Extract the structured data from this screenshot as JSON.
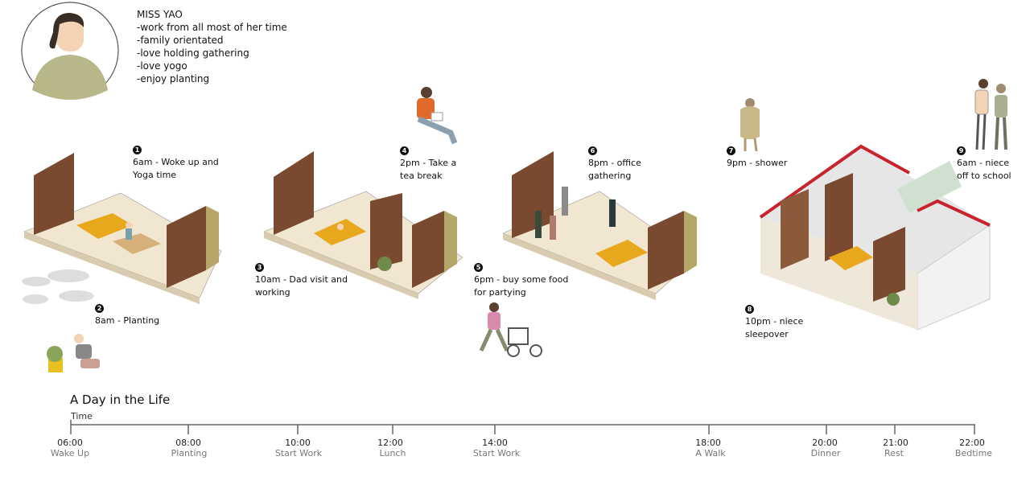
{
  "persona": {
    "name": "MISS YAO",
    "traits": [
      "-work from all most of her time",
      "-family orientated",
      "-love holding gathering",
      "-love yogo",
      "-enjoy planting"
    ]
  },
  "events": [
    {
      "num": "1",
      "text": "6am - Woke up and\nYoga time"
    },
    {
      "num": "2",
      "text": "8am - Planting"
    },
    {
      "num": "3",
      "text": "10am - Dad visit and\nworking"
    },
    {
      "num": "4",
      "text": "2pm - Take a\ntea break"
    },
    {
      "num": "5",
      "text": "6pm - buy some food\nfor partying"
    },
    {
      "num": "6",
      "text": "8pm - office\ngathering"
    },
    {
      "num": "7",
      "text": "9pm - shower"
    },
    {
      "num": "8",
      "text": "10pm - niece\nsleepover"
    },
    {
      "num": "9",
      "text": "6am - niece\noff to school"
    }
  ],
  "timeline": {
    "title": "A Day in the Life",
    "axis_label": "Time",
    "ticks": [
      {
        "time": "06:00",
        "label": "Wake Up"
      },
      {
        "time": "08:00",
        "label": "Planting"
      },
      {
        "time": "10:00",
        "label": "Start Work"
      },
      {
        "time": "12:00",
        "label": "Lunch"
      },
      {
        "time": "14:00",
        "label": "Start Work"
      },
      {
        "time": "18:00",
        "label": "A Walk"
      },
      {
        "time": "20:00",
        "label": "Dinner"
      },
      {
        "time": "21:00",
        "label": "Rest"
      },
      {
        "time": "22:00",
        "label": "Bedtime"
      }
    ]
  },
  "colors": {
    "wood": "#7a4a30",
    "sofa": "#e8a81e",
    "floor": "#f1e6cf",
    "accent_red": "#c8232c",
    "olive": "#b5a66a",
    "line": "#666666"
  }
}
